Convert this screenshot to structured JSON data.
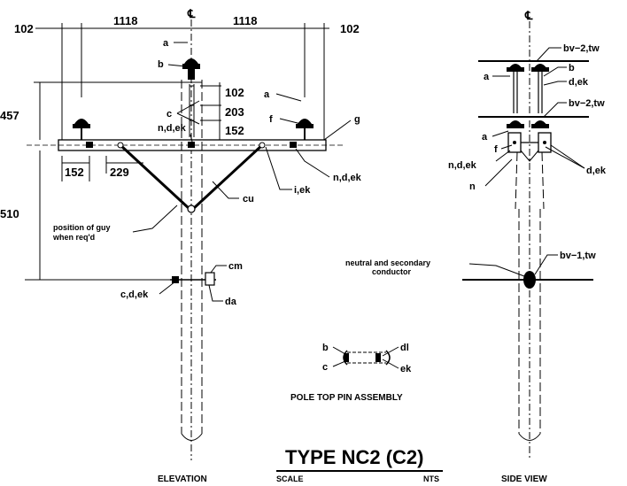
{
  "dimensions": {
    "left_offset": "102",
    "left_span": "1118",
    "right_span": "1118",
    "right_offset": "102",
    "crossarm_height": "457",
    "lower_height": "510",
    "pin_spacing_1": "102",
    "pin_spacing_2": "203",
    "pin_spacing_3": "152",
    "bolt_offset": "152",
    "brace_offset": "229"
  },
  "centerline_symbol": "℄",
  "elevation_labels": {
    "a_top": "a",
    "b": "b",
    "c": "c",
    "ndek_top": "n,d,ek",
    "a_right": "a",
    "f": "f",
    "g": "g",
    "ndek_right": "n,d,ek",
    "iek": "i,ek",
    "cu": "cu",
    "guy_note_1": "position of guy",
    "guy_note_2": "when req'd",
    "cm": "cm",
    "cdek": "c,d,ek",
    "da": "da"
  },
  "side_labels": {
    "bv2tw_top": "bv−2,tw",
    "a": "a",
    "b": "b",
    "dek_top": "d,ek",
    "bv2tw_mid": "bv−2,tw",
    "a_low": "a",
    "f": "f",
    "ndek": "n,d,ek",
    "n": "n",
    "dek_right": "d,ek",
    "neutral_1": "neutral and secondary",
    "neutral_2": "conductor",
    "bv1tw": "bv−1,tw"
  },
  "pin_assembly": {
    "b": "b",
    "c": "c",
    "dl": "dl",
    "ek": "ek",
    "caption": "POLE TOP PIN ASSEMBLY"
  },
  "captions": {
    "elevation": "ELEVATION",
    "side_view": "SIDE VIEW",
    "title": "TYPE NC2 (C2)",
    "scale": "SCALE",
    "nts": "NTS"
  }
}
